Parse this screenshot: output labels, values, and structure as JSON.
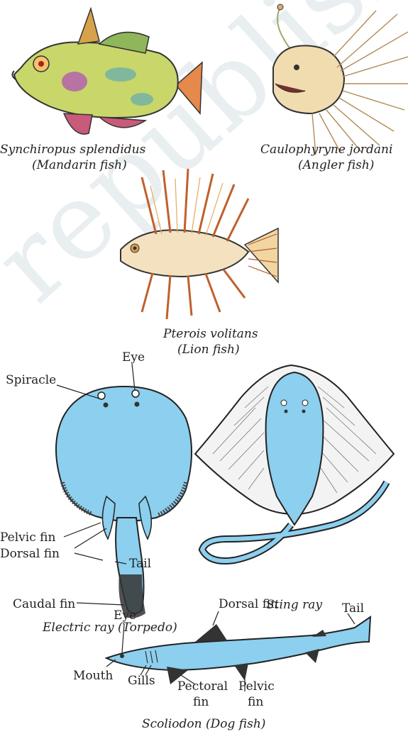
{
  "watermark": "republished",
  "fishes": {
    "mandarin": {
      "name": "Synchiropus splendidus",
      "common": "(Mandarin fish)"
    },
    "angler": {
      "name": "Caulophyryne jordani",
      "common": "(Angler fish)"
    },
    "lion": {
      "name": "Pterois volitans",
      "common": "(Lion fish)"
    },
    "sting_ray": {
      "name": "Sting ray"
    },
    "electric_ray": {
      "caption": "Electric ray (Torpedo)",
      "labels": {
        "eye": "Eye",
        "spiracle": "Spiracle",
        "pelvic_fin": "Pelvic fin",
        "dorsal_fin": "Dorsal fin",
        "tail": "Tail",
        "caudal_fin": "Caudal fin"
      }
    },
    "dog_fish": {
      "caption": "Scoliodon (Dog fish)",
      "labels": {
        "eye": "Eye",
        "dorsal_fin": "Dorsal fin",
        "tail": "Tail",
        "mouth": "Mouth",
        "gills": "Gills",
        "pectoral_fin_1": "Pectoral",
        "pectoral_fin_2": "fin",
        "pelvic_fin_1": "Pelvic",
        "pelvic_fin_2": "fin"
      }
    }
  },
  "colors": {
    "body_blue": "#8ccfee",
    "outline": "#222222"
  }
}
